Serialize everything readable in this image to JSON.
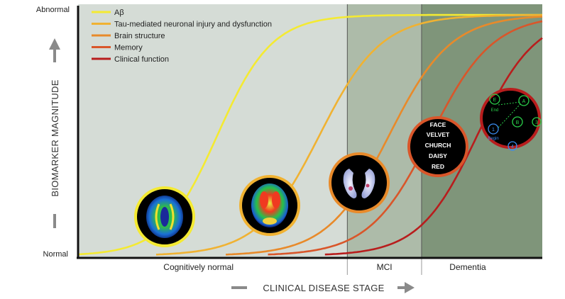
{
  "chart_data": {
    "type": "line",
    "xlabel": "CLINICAL DISEASE STAGE",
    "ylabel": "BIOMARKER MAGNITUDE",
    "y_state_labels": [
      "Normal",
      "Abnormal"
    ],
    "stages": [
      "Cognitively normal",
      "MCI",
      "Dementia"
    ],
    "x_range": [
      0,
      1
    ],
    "y_range": [
      0,
      1
    ],
    "stage_bounds": [
      0.58,
      0.74
    ],
    "series": [
      {
        "name": "Aβ",
        "color": "#f4ea32",
        "midpoint": 0.3,
        "steepness": 17
      },
      {
        "name": "Tau-mediated neuronal injury and dysfunction",
        "color": "#f0b232",
        "midpoint": 0.52,
        "steepness": 15
      },
      {
        "name": "Brain structure",
        "color": "#e88a2a",
        "midpoint": 0.67,
        "steepness": 15
      },
      {
        "name": "Memory",
        "color": "#d9562a",
        "midpoint": 0.76,
        "steepness": 15
      },
      {
        "name": "Clinical function",
        "color": "#b81d1d",
        "midpoint": 0.86,
        "steepness": 16
      }
    ],
    "annotations": {
      "memory_words": [
        "FACE",
        "VELVET",
        "CHURCH",
        "DAISY",
        "RED"
      ],
      "trail_labels": [
        "E",
        "End",
        "A",
        "1",
        "Begin",
        "B",
        "4",
        "3"
      ]
    }
  },
  "colors": {
    "stage_normal_bg": "#d5dcd6",
    "stage_mci_bg": "#adbba9",
    "stage_dementia_bg": "#7f957a"
  }
}
